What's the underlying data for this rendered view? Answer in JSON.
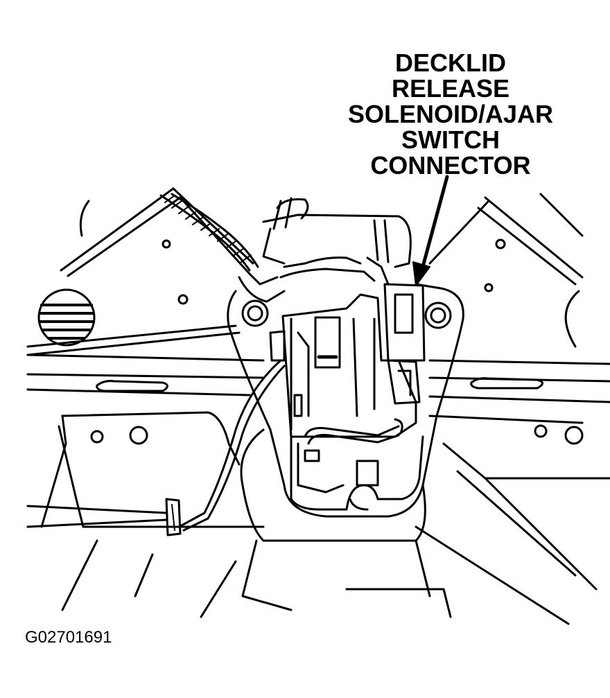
{
  "callout": {
    "lines": [
      "DECKLID",
      "RELEASE",
      "SOLENOID/AJAR",
      "SWITCH",
      "CONNECTOR"
    ]
  },
  "figure_id": "G02701691",
  "colors": {
    "ink": "#000000",
    "paper": "#ffffff"
  }
}
